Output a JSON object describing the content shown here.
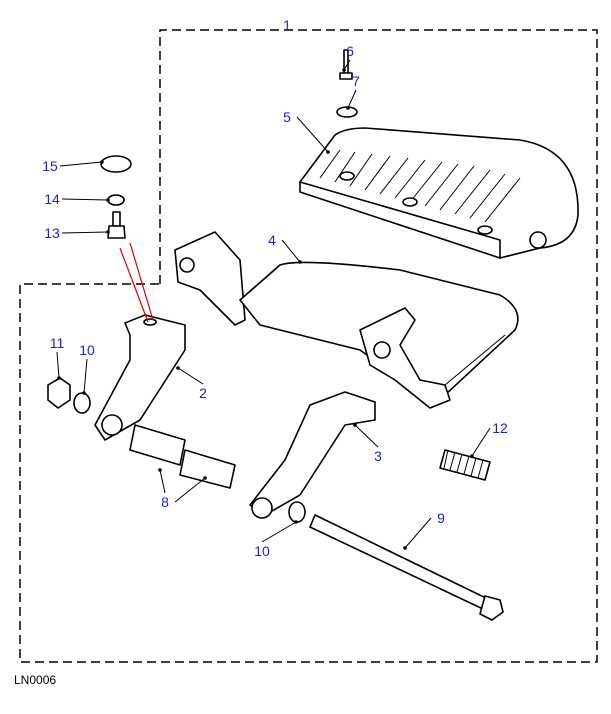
{
  "diagram": {
    "reference_code": "LN0006",
    "callouts": [
      {
        "id": "c1",
        "label": "1"
      },
      {
        "id": "c6",
        "label": "6"
      },
      {
        "id": "c7",
        "label": "7"
      },
      {
        "id": "c5",
        "label": "5"
      },
      {
        "id": "c15",
        "label": "15"
      },
      {
        "id": "c14",
        "label": "14"
      },
      {
        "id": "c13",
        "label": "13"
      },
      {
        "id": "c4",
        "label": "4"
      },
      {
        "id": "c11",
        "label": "11"
      },
      {
        "id": "c10a",
        "label": "10"
      },
      {
        "id": "c2",
        "label": "2"
      },
      {
        "id": "c12",
        "label": "12"
      },
      {
        "id": "c3",
        "label": "3"
      },
      {
        "id": "c8",
        "label": "8"
      },
      {
        "id": "c9",
        "label": "9"
      },
      {
        "id": "c10b",
        "label": "10"
      }
    ],
    "colors": {
      "label": "#1f1fc8",
      "leader": "#000000",
      "guide": "#e00000"
    }
  }
}
